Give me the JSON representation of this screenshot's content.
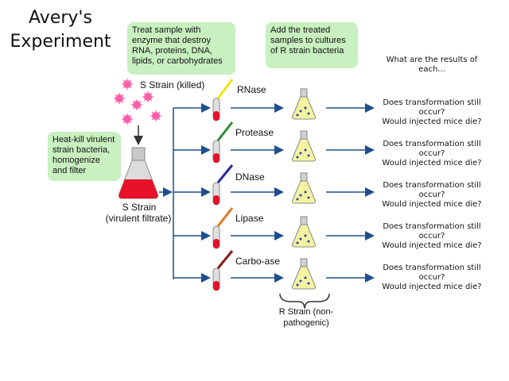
{
  "title": "Avery's Experiment",
  "boxes": {
    "treat": "Treat sample with enzyme that destroy RNA, proteins, DNA, lipids, or carbohydrates",
    "add": "Add the treated samples to cultures of R strain bacteria",
    "heatkill": "Heat-kill virulent strain bacteria, homogenize and filter"
  },
  "labels": {
    "s_killed": "S Strain (killed)",
    "s_strain": "S Strain",
    "s_strain_sub": "(virulent filtrate)",
    "r_strain": "R Strain (non-",
    "r_strain_sub": "pathogenic)",
    "results_header": "What are the results of each..."
  },
  "enzymes": [
    "RNase",
    "Protease",
    "DNase",
    "Lipase",
    "Carbo-ase"
  ],
  "enzyme_colors": [
    "#f2e400",
    "#2e8b2e",
    "#2a2aa0",
    "#e07a20",
    "#8b1a1a"
  ],
  "questions": {
    "q1_line1": "Does transformation still",
    "q1_line2": "occur?",
    "q2": "Would injected mice die?"
  },
  "colors": {
    "box_fill": "#c8f0c0",
    "arrow": "#1f4e8c",
    "flask_red": "#e8102a",
    "flask_yellow": "#f4f4a0",
    "bacteria": "#ff5faa"
  }
}
